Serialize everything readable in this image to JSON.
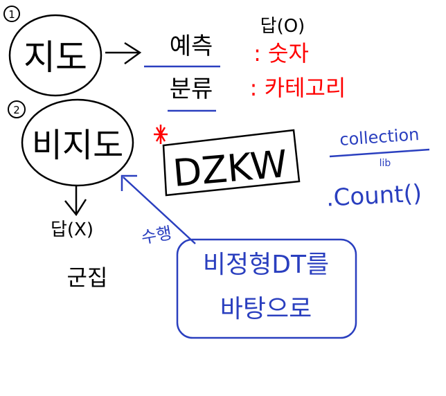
{
  "step_one": {
    "badge": "1",
    "circle_label": "지도",
    "branch_prediction": "예측",
    "branch_classification": "분류",
    "answer_label": "답(O)",
    "prediction_note": ": 숫자",
    "classification_note": ": 카테고리"
  },
  "step_two": {
    "badge": "2",
    "circle_label": "비지도",
    "answer_label": "답(X)",
    "clustering": "군집",
    "perform_label": "수행"
  },
  "dzkw_box": {
    "text": "DZKW",
    "star_color": "#ff0000"
  },
  "collection_note": {
    "word": "collection",
    "sub": "lib",
    "method": ".Count()"
  },
  "unstructured_box": {
    "line1": "비정형DT를",
    "line2": "바탕으로"
  },
  "colors": {
    "black_ink": "#000000",
    "blue_ink": "#2a3fbf",
    "red_ink": "#ff0000"
  }
}
